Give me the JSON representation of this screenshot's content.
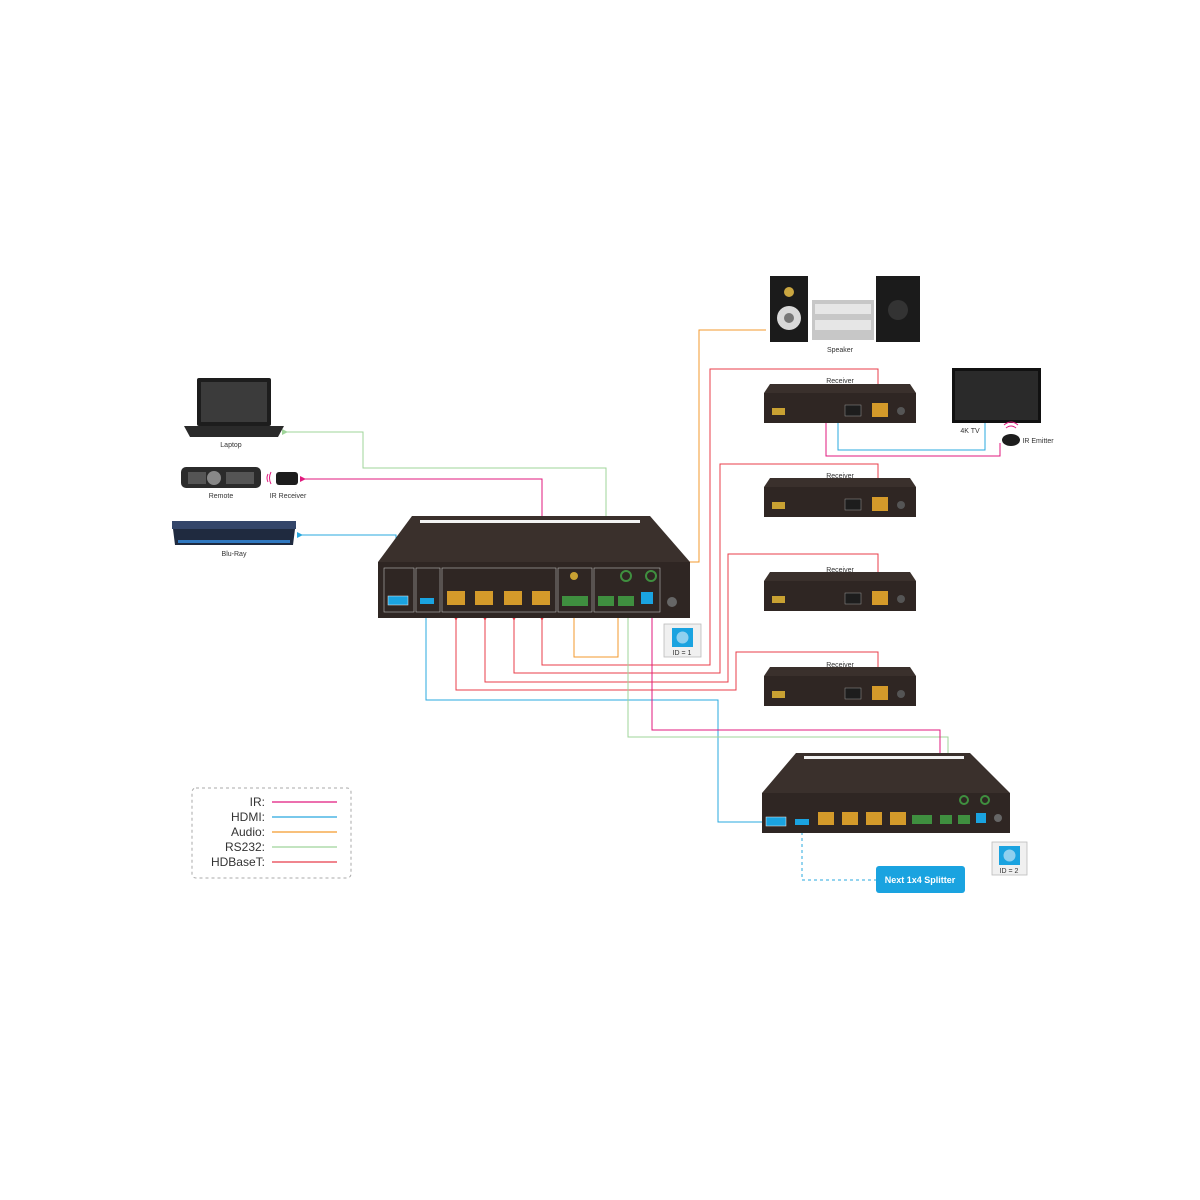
{
  "devices": {
    "laptop": "Laptop",
    "remote": "Remote",
    "ir_receiver": "IR Receiver",
    "bluray": "Blu-Ray",
    "speaker": "Speaker",
    "tv": "4K TV",
    "ir_emitter": "IR Emitter",
    "receiver_1": "Receiver",
    "receiver_2": "Receiver",
    "receiver_3": "Receiver",
    "receiver_4": "Receiver"
  },
  "dials": {
    "id_1": "ID = 1",
    "id_2": "ID = 2"
  },
  "next_splitter": "Next 1x4 Splitter",
  "legend": {
    "items": [
      {
        "label": "IR:",
        "color": "#e0197d"
      },
      {
        "label": "HDMI:",
        "color": "#29a8df"
      },
      {
        "label": "Audio:",
        "color": "#f39a2c"
      },
      {
        "label": "RS232:",
        "color": "#9fd49a"
      },
      {
        "label": "HDBaseT:",
        "color": "#e83c4a"
      }
    ]
  },
  "colors": {
    "ir": "#e0197d",
    "hdmi": "#29a8df",
    "audio": "#f39a2c",
    "rs232": "#9fd49a",
    "hdbaset": "#e83c4a",
    "device_body": "#2f2623",
    "accent_blue": "#1aa3e0"
  }
}
